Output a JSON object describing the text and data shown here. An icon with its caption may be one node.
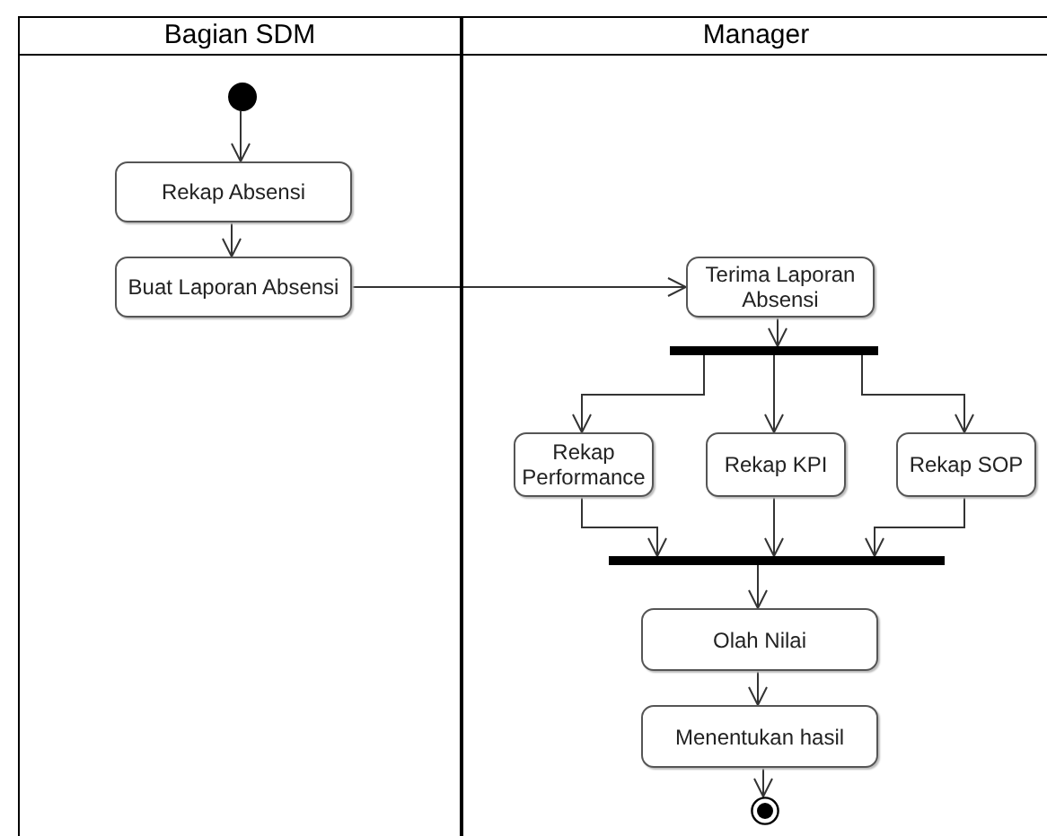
{
  "diagram": {
    "nodes": [
      {
        "text": [
          "Bagian SDM"
        ]
      },
      {
        "text": [
          "Manager"
        ]
      },
      {
        "text": [],
        "shape": "circle",
        "in": 0
      },
      {
        "text": [
          "Rekap Absensi"
        ],
        "in": 0
      },
      {
        "text": [
          "Buat Laporan Absensi"
        ],
        "in": 0
      },
      {
        "text": [
          "Terima Laporan Absensi"
        ],
        "in": 1
      },
      {
        "text": [],
        "shape": "bar",
        "in": 1
      },
      {
        "text": [
          "Rekap Performance"
        ],
        "in": 1
      },
      {
        "text": [
          "Rekap KPI"
        ],
        "in": 1
      },
      {
        "text": [
          "Rekap SOP"
        ],
        "in": 1
      },
      {
        "text": [],
        "shape": "bar",
        "in": 1
      },
      {
        "text": [
          "Olah Nilai"
        ],
        "in": 1
      },
      {
        "text": [
          "Menentukan hasil"
        ],
        "in": 1
      },
      {
        "text": [],
        "shape": "bullseye",
        "in": 1
      }
    ],
    "edges": [
      {
        "from": 2,
        "to": 3,
        "arrow": "to"
      },
      {
        "from": 3,
        "to": 4,
        "arrow": "to"
      },
      {
        "from": 4,
        "to": 5,
        "arrow": "to"
      },
      {
        "from": 5,
        "to": 6,
        "arrow": "to"
      },
      {
        "from": 6,
        "to": 7,
        "arrow": "to"
      },
      {
        "from": 6,
        "to": 8,
        "arrow": "to"
      },
      {
        "from": 6,
        "to": 9,
        "arrow": "to"
      },
      {
        "from": 7,
        "to": 10,
        "arrow": "to"
      },
      {
        "from": 8,
        "to": 10,
        "arrow": "to"
      },
      {
        "from": 9,
        "to": 10,
        "arrow": "to"
      },
      {
        "from": 10,
        "to": 11,
        "arrow": "to"
      },
      {
        "from": 11,
        "to": 12,
        "arrow": "to"
      },
      {
        "from": 12,
        "to": 13,
        "arrow": "to"
      }
    ]
  }
}
